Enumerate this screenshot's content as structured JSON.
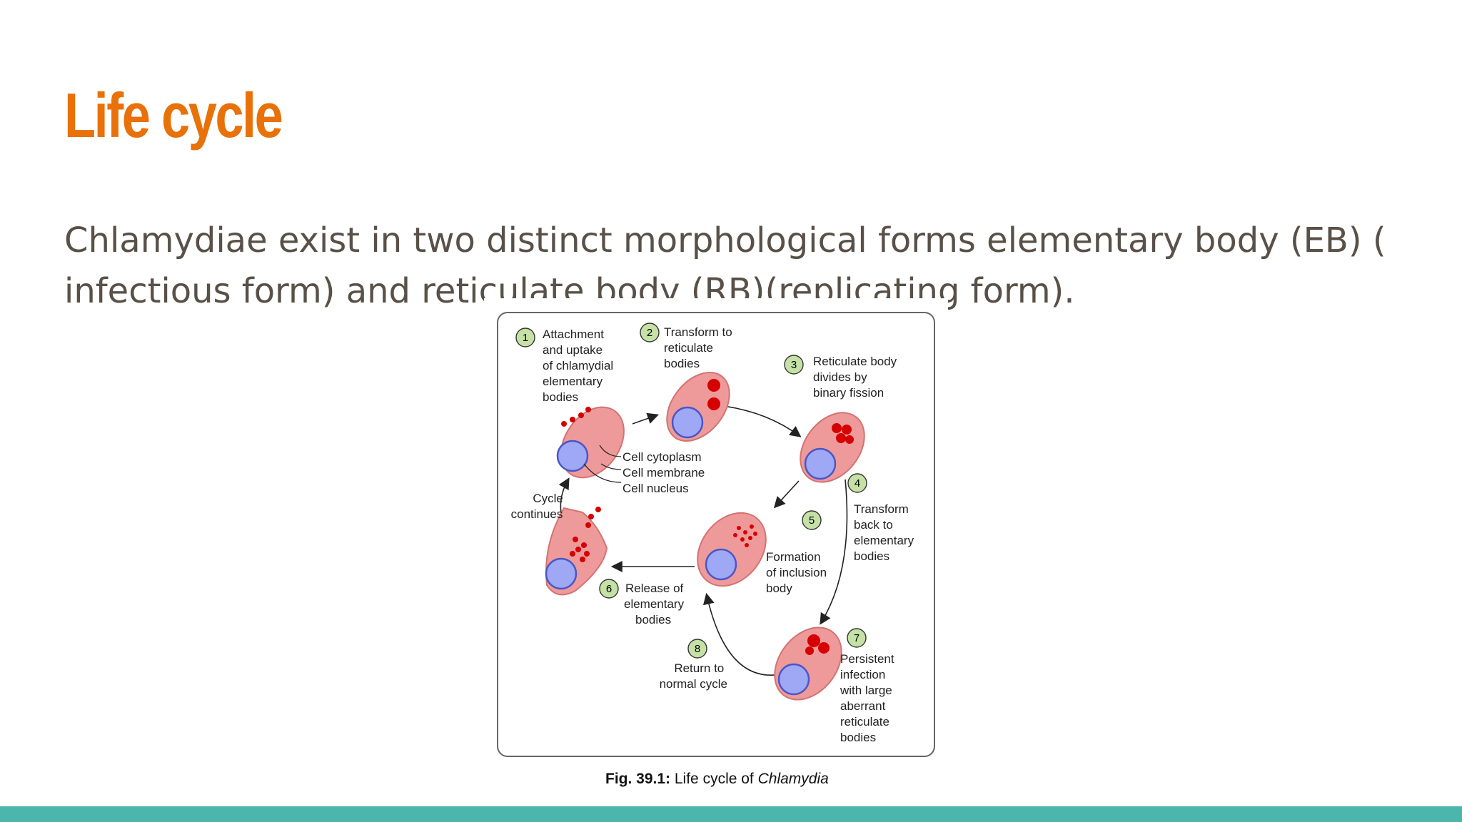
{
  "slide": {
    "title": "Life cycle",
    "body": "Chlamydiae exist in two distinct morphological forms elementary body (EB) ( infectious form) and reticulate body (RB)(replicating form)."
  },
  "figure": {
    "caption_label": "Fig. 39.1:",
    "caption_text": "Life cycle of",
    "caption_italic": "Chlamydia",
    "steps": [
      {
        "num": "1",
        "lines": [
          "Attachment",
          "and uptake",
          "of chlamydial",
          "elementary",
          "bodies"
        ]
      },
      {
        "num": "2",
        "lines": [
          "Transform to",
          "reticulate",
          "bodies"
        ]
      },
      {
        "num": "3",
        "lines": [
          "Reticulate body",
          "divides by",
          "binary fission"
        ]
      },
      {
        "num": "4",
        "lines": [
          "Transform",
          "back to",
          "elementary",
          "bodies"
        ]
      },
      {
        "num": "5",
        "lines": [
          "Formation",
          "of inclusion",
          "body"
        ]
      },
      {
        "num": "6",
        "lines": [
          "Release of",
          "elementary",
          "bodies"
        ]
      },
      {
        "num": "7",
        "lines": [
          "Persistent",
          "infection",
          "with large",
          "aberrant",
          "reticulate",
          "bodies"
        ]
      },
      {
        "num": "8",
        "lines": [
          "Return to",
          "normal cycle"
        ]
      }
    ],
    "cell_labels": [
      "Cell cytoplasm",
      "Cell membrane",
      "Cell nucleus"
    ],
    "cycle_label": [
      "Cycle",
      "continues"
    ]
  },
  "colors": {
    "title": "#e8710a",
    "body": "#595048",
    "footer": "#4db6ac",
    "cell": "#ef9a9a",
    "nucleus": "#9fa8f5",
    "bodies": "#d50000",
    "step_circle": "#c5e1a5"
  }
}
